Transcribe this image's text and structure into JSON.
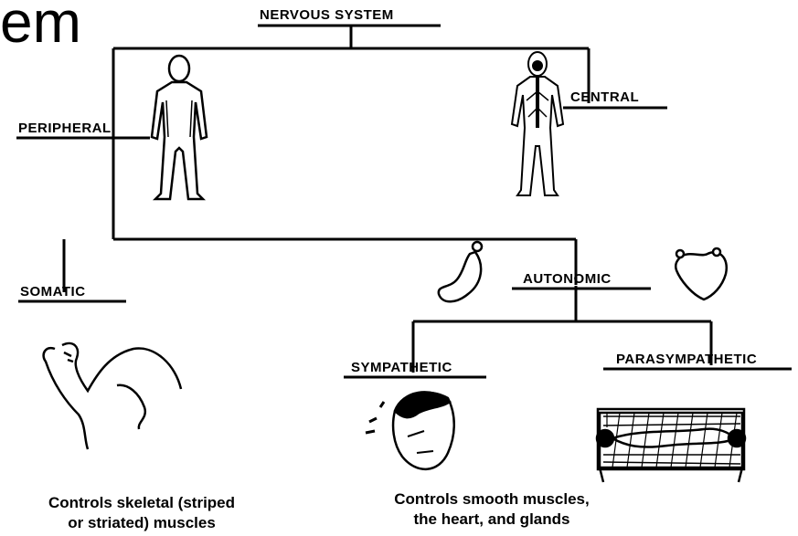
{
  "slide_title_fragment": "em",
  "tree": {
    "root": "NERVOUS SYSTEM",
    "level1": [
      "PERIPHERAL",
      "CENTRAL"
    ],
    "peripheral_children": [
      "SOMATIC",
      "AUTONOMIC"
    ],
    "autonomic_children": [
      "SYMPATHETIC",
      "PARASYMPATHETIC"
    ]
  },
  "captions": {
    "somatic": "Controls skeletal (striped\nor striated) muscles",
    "autonomic": "Controls smooth muscles,\nthe heart, and glands"
  },
  "icons": {
    "peripheral": "human-body-icon",
    "central": "human-nervous-system-icon",
    "autonomic_left": "stomach-icon",
    "autonomic_right": "heart-icon",
    "somatic": "flexed-arm-icon",
    "sympathetic": "stressed-face-icon",
    "parasympathetic": "resting-person-icon"
  }
}
